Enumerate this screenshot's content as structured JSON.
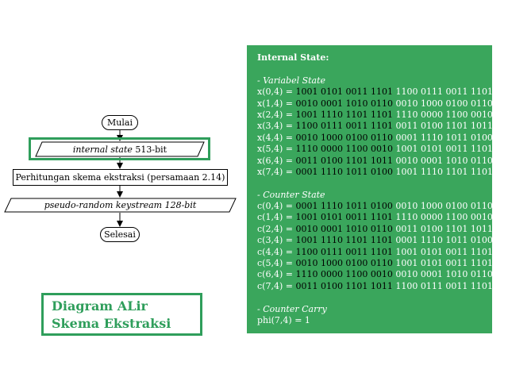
{
  "flowchart": {
    "start": "Mulai",
    "input_italic": "internal state",
    "input_rest": " 513-bit",
    "process": "Perhitungan skema ekstraksi (persamaan 2.14)",
    "output_italic": "pseudo-random keystream 128-bit",
    "end": "Selesai"
  },
  "title": {
    "line1": "Diagram ALir",
    "line2": "Skema Ekstraksi"
  },
  "panel": {
    "heading": "Internal State:",
    "variabel_heading": "- Variabel State",
    "variabel_rows": [
      {
        "label": "x(0,4) = ",
        "a": "1001 0101 0011 1101",
        "b": "1100 0111 0011 1101"
      },
      {
        "label": "x(1,4) = ",
        "a": "0010 0001 1010 0110",
        "b": "0010 1000 0100 0110"
      },
      {
        "label": "x(2,4) = ",
        "a": "1001 1110 1101 1101",
        "b": "1110 0000 1100 0010"
      },
      {
        "label": "x(3,4) = ",
        "a": "1100 0111 0011 1101",
        "b": "0011 0100 1101 1011"
      },
      {
        "label": "x(4,4) = ",
        "a": "0010 1000 0100 0110",
        "b": "0001 1110 1011 0100"
      },
      {
        "label": "x(5,4) = ",
        "a": "1110 0000 1100 0010",
        "b": "1001 0101 0011 1101"
      },
      {
        "label": "x(6,4) = ",
        "a": "0011 0100 1101 1011",
        "b": "0010 0001 1010 0110"
      },
      {
        "label": "x(7,4) = ",
        "a": "0001 1110 1011 0100",
        "b": "1001 1110 1101 1101"
      }
    ],
    "counter_heading": "- Counter State",
    "counter_rows": [
      {
        "label": "c(0,4) = ",
        "a": "0001 1110 1011 0100",
        "b": "0010 1000 0100 0110"
      },
      {
        "label": "c(1,4) = ",
        "a": "1001 0101 0011 1101",
        "b": "1110 0000 1100 0010"
      },
      {
        "label": "c(2,4) = ",
        "a": "0010 0001 1010 0110",
        "b": "0011 0100 1101 1011"
      },
      {
        "label": "c(3,4) = ",
        "a": "1001 1110 1101 1101",
        "b": "0001 1110 1011 0100"
      },
      {
        "label": "c(4,4) = ",
        "a": "1100 0111 0011 1101",
        "b": "1001 0101 0011 1101"
      },
      {
        "label": "c(5,4) = ",
        "a": "0010 1000 0100 0110",
        "b": "1001 0101 0011 1101"
      },
      {
        "label": "c(6,4) = ",
        "a": "1110 0000 1100 0010",
        "b": "0010 0001 1010 0110"
      },
      {
        "label": "c(7,4) = ",
        "a": "0011 0100 1101 1011",
        "b": "1100 0111 0011 1101"
      }
    ],
    "carry_heading": "- Counter Carry",
    "carry_value": "phi(7,4) = 1"
  },
  "colors": {
    "accent_green": "#2f9e5b",
    "panel_green": "#3aa65c",
    "highlight_text": "#000000"
  }
}
